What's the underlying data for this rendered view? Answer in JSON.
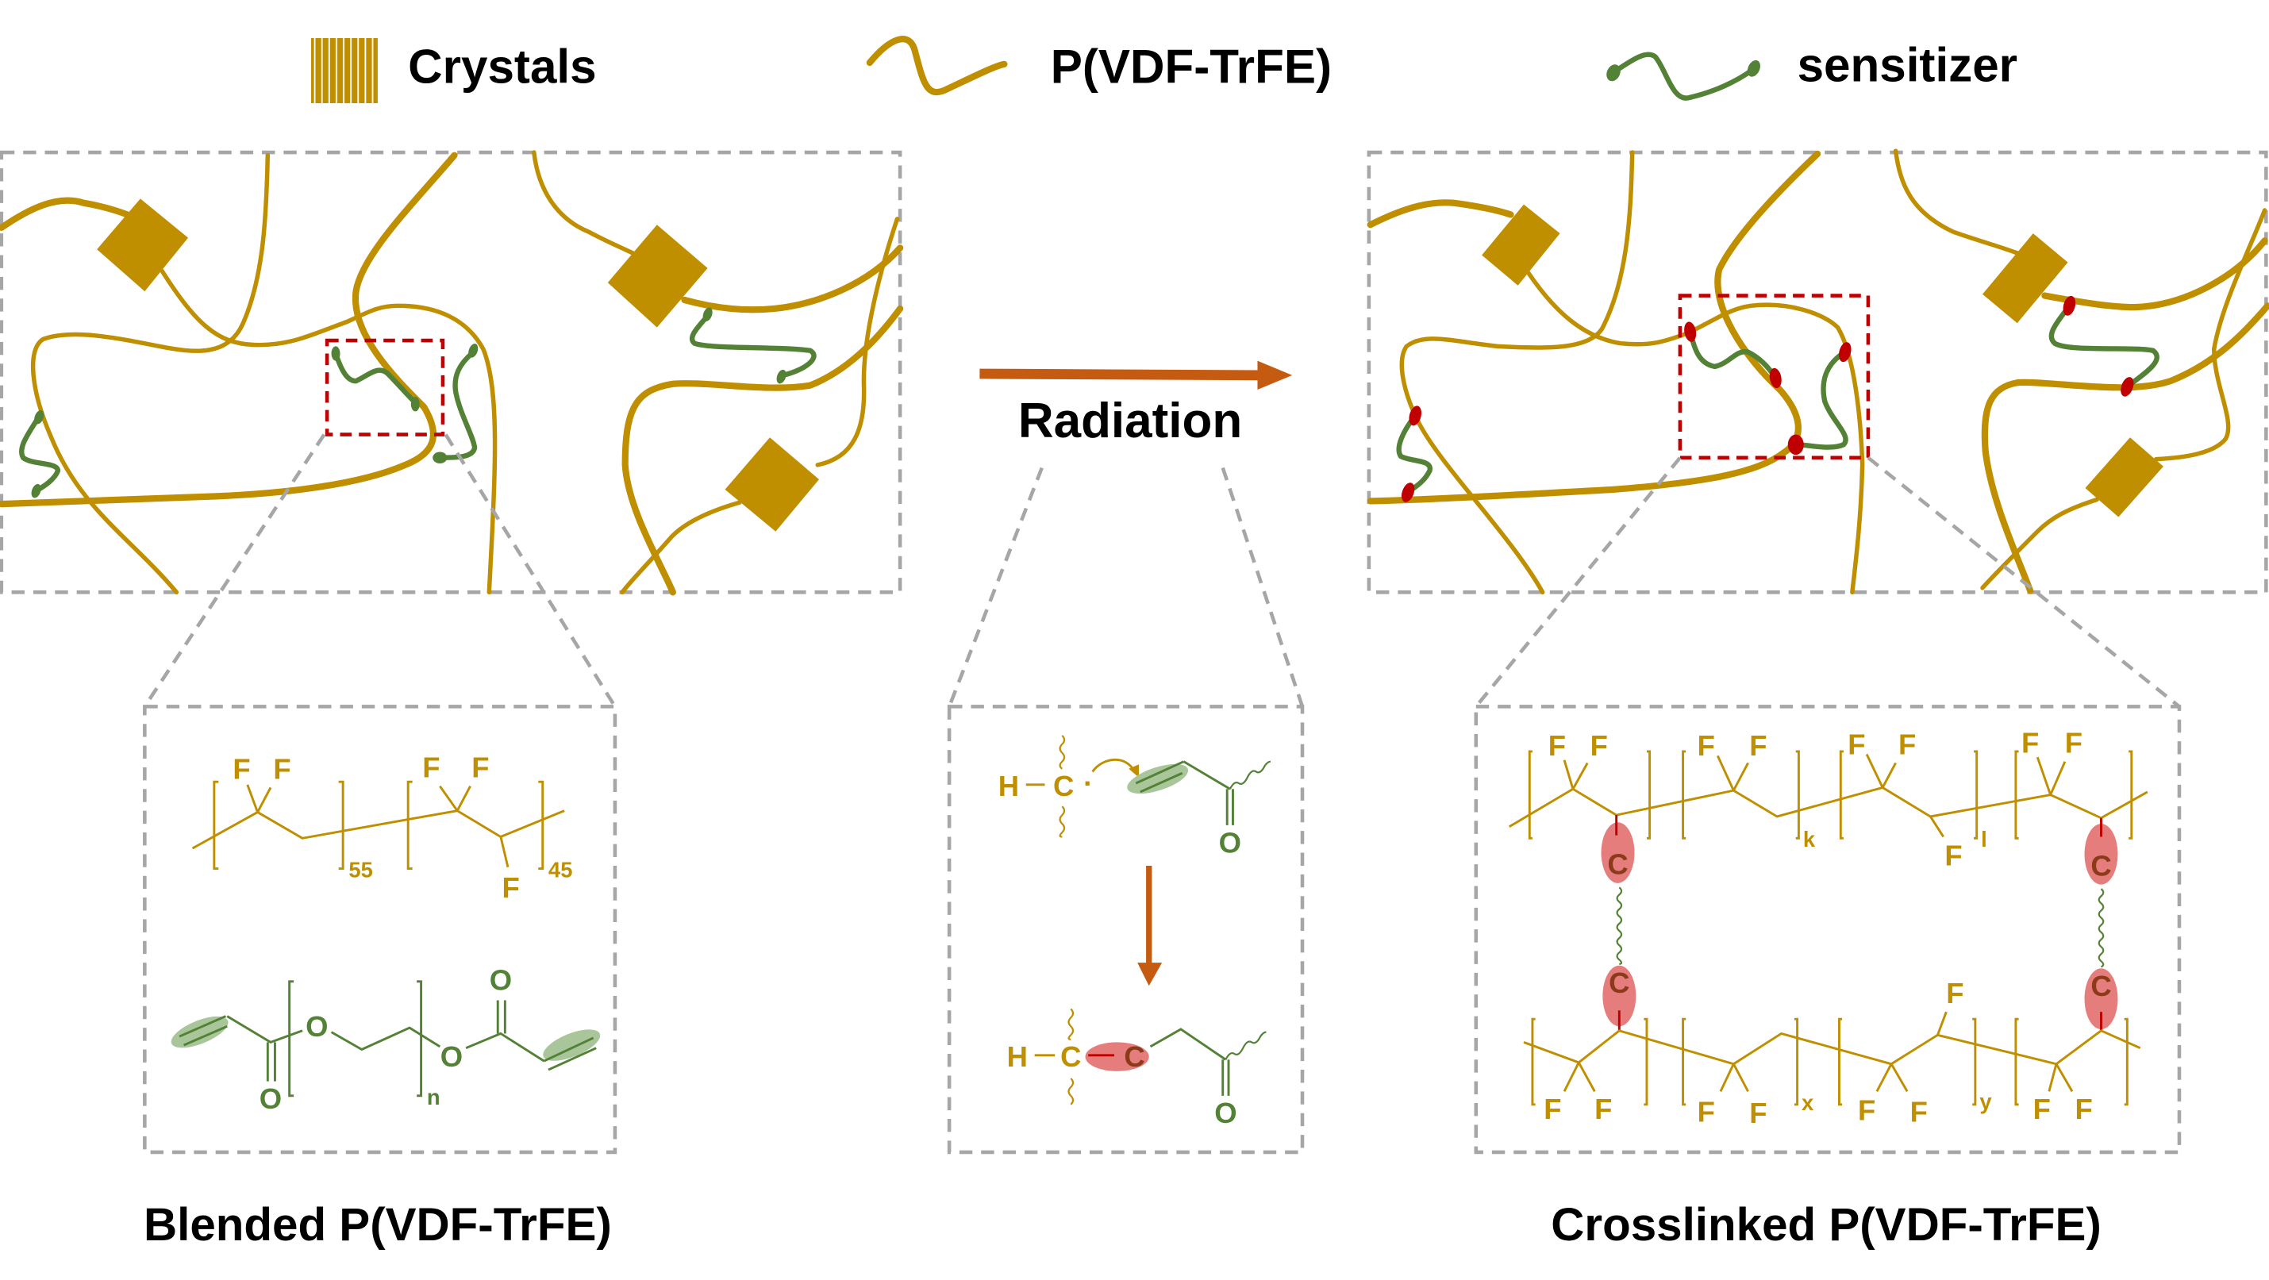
{
  "legend": {
    "crystals_label": "Crystals",
    "polymer_label": "P(VDF-TrFE)",
    "sensitizer_label": "sensitizer"
  },
  "process": {
    "arrow_label": "Radiation"
  },
  "captions": {
    "left": "Blended P(VDF-TrFE)",
    "right": "Crosslinked P(VDF-TrFE)"
  },
  "blended_structure": {
    "copolymer": {
      "atoms": [
        "F",
        "F",
        "F",
        "F",
        "F"
      ],
      "vdf_fraction": "55",
      "trfe_fraction": "45"
    },
    "sensitizer": {
      "oxygen": "O",
      "repeat_subscript": "n"
    }
  },
  "mechanism": {
    "hydrogen": "H",
    "carbon": "C",
    "oxygen": "O",
    "radical_dot": "·"
  },
  "crosslinked_structure": {
    "fluorine": "F",
    "carbon": "C",
    "subscripts": {
      "k": "k",
      "l": "l",
      "x": "x",
      "y": "y"
    }
  },
  "colors": {
    "polymer": "#BF8F00",
    "sensitizer": "#538135",
    "crosslink": "#C00000",
    "arrow": "#C55A11",
    "dashed_frame": "#A6A6A6",
    "crosslink_highlight": "#E06666"
  }
}
